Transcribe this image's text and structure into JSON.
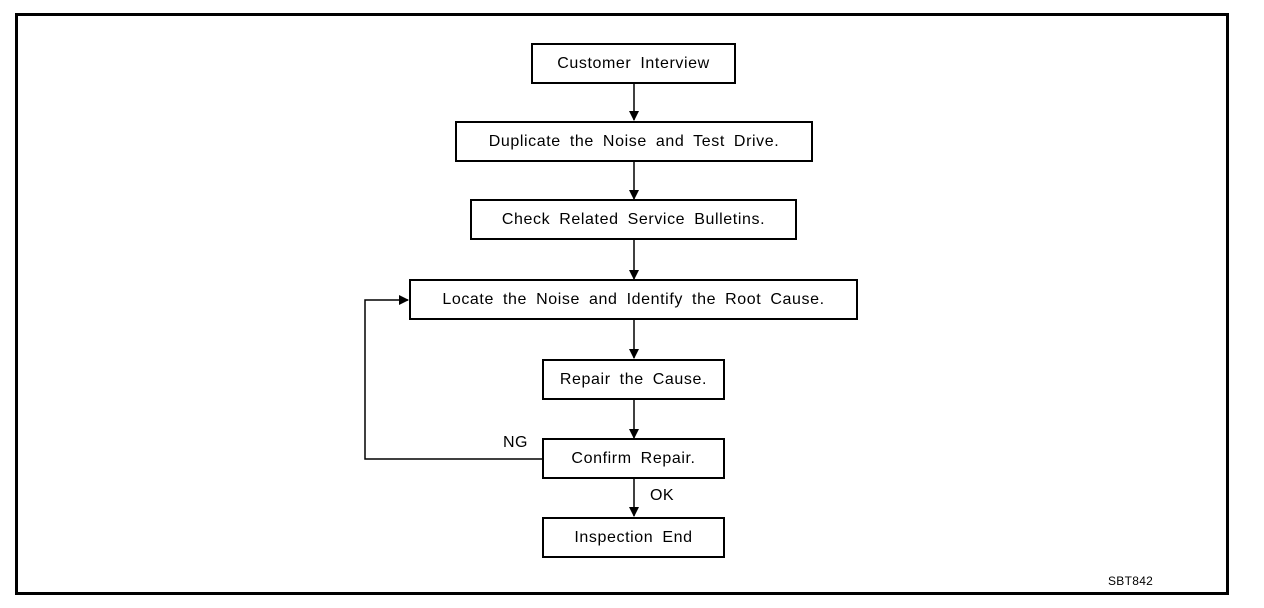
{
  "flowchart": {
    "steps": [
      "Customer Interview",
      "Duplicate the Noise and Test Drive.",
      "Check Related Service Bulletins.",
      "Locate the Noise and Identify the Root Cause.",
      "Repair the Cause.",
      "Confirm Repair.",
      "Inspection End"
    ],
    "branch_ng_label": "NG",
    "branch_ok_label": "OK"
  },
  "figure_code": "SBT842",
  "colors": {
    "line": "#000000",
    "background": "#ffffff"
  }
}
